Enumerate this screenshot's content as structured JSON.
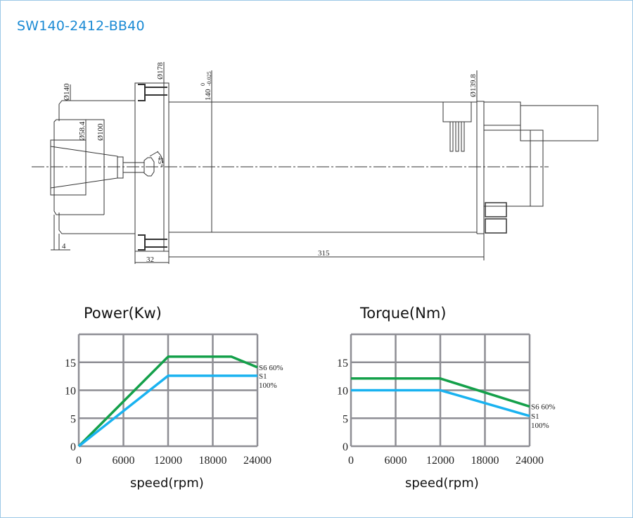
{
  "header": {
    "title": "SW140-2412-BB40"
  },
  "drawing": {
    "dims": {
      "d140": "Ø140",
      "d178": "Ø178",
      "d58": "Ø58.4",
      "d100": "Ø100",
      "d140tol": "140",
      "tol_upper": "0",
      "tol_lower": "-0.025",
      "d139": "Ø139.8",
      "angle": "45°",
      "len4": "4",
      "len32": "32",
      "len315": "315"
    }
  },
  "colors": {
    "green": "#14a04a",
    "blue": "#19b2f0",
    "grid": "#8e8e94",
    "title": "#1a8ad4"
  },
  "chart_data": [
    {
      "type": "line",
      "title": "Power(Kw)",
      "xlabel": "speed(rpm)",
      "ylabel": "",
      "xlim": [
        0,
        24000
      ],
      "ylim": [
        0,
        20
      ],
      "xticks": [
        "0",
        "6000",
        "12000",
        "18000",
        "24000"
      ],
      "yticks": [
        "0",
        "5",
        "10",
        "15"
      ],
      "grid": true,
      "series": [
        {
          "name": "S6 60%",
          "color": "#14a04a",
          "x": [
            0,
            12000,
            20500,
            24000
          ],
          "y": [
            0,
            16,
            16,
            14.1
          ]
        },
        {
          "name": "S1 100%",
          "label1": "S1",
          "label2": "100%",
          "color": "#19b2f0",
          "x": [
            0,
            12000,
            24000
          ],
          "y": [
            0,
            12.6,
            12.6
          ]
        }
      ]
    },
    {
      "type": "line",
      "title": "Torque(Nm)",
      "xlabel": "speed(rpm)",
      "ylabel": "",
      "xlim": [
        0,
        24000
      ],
      "ylim": [
        0,
        20
      ],
      "xticks": [
        "0",
        "6000",
        "12000",
        "18000",
        "24000"
      ],
      "yticks": [
        "0",
        "5",
        "10",
        "15"
      ],
      "grid": true,
      "series": [
        {
          "name": "S6 60%",
          "color": "#14a04a",
          "x": [
            0,
            12000,
            24000
          ],
          "y": [
            12.1,
            12.1,
            7.1
          ]
        },
        {
          "name": "S1 100%",
          "label1": "S1",
          "label2": "100%",
          "color": "#19b2f0",
          "x": [
            0,
            12000,
            24000
          ],
          "y": [
            10,
            10,
            5.4
          ]
        }
      ]
    }
  ]
}
